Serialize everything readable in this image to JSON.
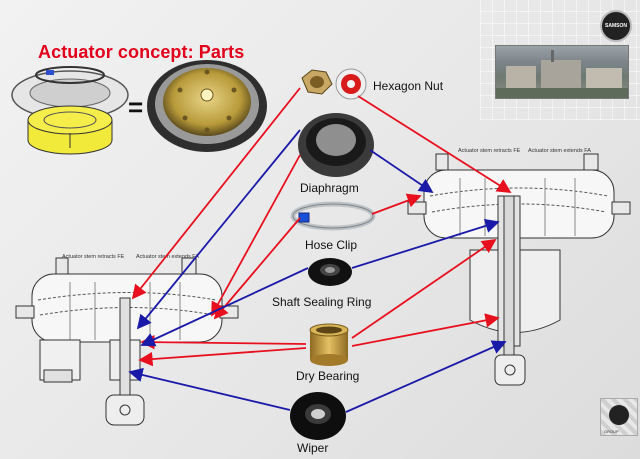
{
  "title": "Actuator concept: Parts",
  "logo_text": "SAMSON",
  "group_text": "GROUP",
  "equals_sign": "=",
  "parts": {
    "hexagon_nut": "Hexagon Nut",
    "diaphragm": "Diaphragm",
    "hose_clip": "Hose Clip",
    "shaft_sealing_ring": "Shaft Sealing Ring",
    "dry_bearing": "Dry Bearing",
    "wiper": "Wiper"
  },
  "left_actuator": {
    "fe_label": "Actuator stem retracts FE",
    "fa_label": "Actuator stem extends FA"
  },
  "right_actuator": {
    "fe_label": "Actuator stem retracts FE",
    "fa_label": "Actuator stem extends FA"
  },
  "colors": {
    "title": "#e2001a",
    "red_arrow": "#e8101e",
    "blue_arrow": "#1a1aa8"
  }
}
